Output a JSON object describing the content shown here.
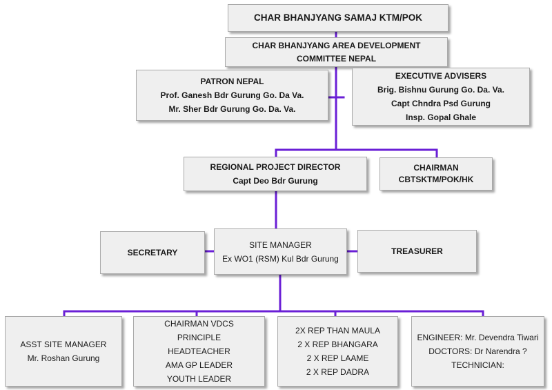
{
  "colors": {
    "connector": "#6a1fd6",
    "box_fill": "#efefef",
    "box_border": "#a9a9a9"
  },
  "title": "CHAR BHANJYANG SAMAJ  KTM/POK",
  "committee": [
    "CHAR BHANJYANG AREA DEVELOPMENT",
    "COMMITTEE NEPAL"
  ],
  "patron": [
    "PATRON  NEPAL",
    "Prof. Ganesh Bdr Gurung Go. Da Va.",
    "Mr. Sher Bdr Gurung Go. Da. Va."
  ],
  "advisers": [
    "EXECUTIVE ADVISERS",
    "Brig.  Bishnu  Gurung  Go. Da. Va.",
    "Capt Chndra Psd Gurung",
    "Insp. Gopal Ghale"
  ],
  "regional_director": [
    "REGIONAL PROJECT DIRECTOR",
    "Capt  Deo Bdr Gurung"
  ],
  "chairman": [
    "CHAIRMAN",
    "CBTSKTM/POK/HK"
  ],
  "secretary": "SECRETARY",
  "site_manager": [
    "SITE MANAGER",
    "Ex WO1 (RSM) Kul Bdr Gurung"
  ],
  "treasurer": "TREASURER",
  "asst_site_manager": [
    "ASST SITE MANAGER",
    "Mr. Roshan Gurung"
  ],
  "local_leaders": [
    "CHAIRMAN VDCS",
    "PRINCIPLE",
    "HEADTEACHER",
    "AMA GP LEADER",
    "YOUTH LEADER"
  ],
  "village_reps": [
    "2X REP THAN MAULA",
    "2 X REP BHANGARA",
    "2 X REP LAAME",
    "2 X REP DADRA"
  ],
  "technical_staff": [
    "ENGINEER: Mr. Devendra Tiwari",
    "DOCTORS: Dr Narendra ?",
    "TECHNICIAN:"
  ]
}
